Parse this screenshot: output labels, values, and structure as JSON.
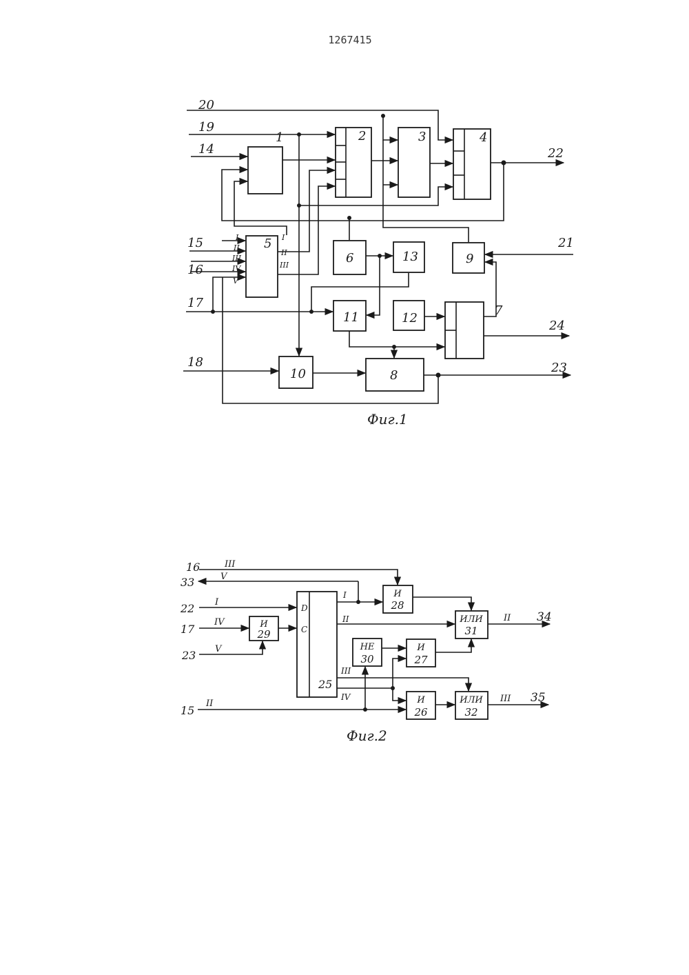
{
  "header": {
    "doc_number": "1267415"
  },
  "fig1": {
    "caption": "Фиг.1",
    "blocks": {
      "b1": "1",
      "b2": "2",
      "b3": "3",
      "b4": "4",
      "b5": "5",
      "b6": "6",
      "b7": "7",
      "b8": "8",
      "b9": "9",
      "b10": "10",
      "b11": "11",
      "b12": "12",
      "b13": "13"
    },
    "inputs": {
      "in14": "14",
      "in15": "15",
      "in16": "16",
      "in17": "17",
      "in18": "18",
      "in19": "19",
      "in20": "20",
      "in21": "21"
    },
    "outputs": {
      "out22": "22",
      "out23": "23",
      "out24": "24"
    },
    "block5_ports": {
      "in1": "I",
      "in2": "II",
      "in3": "III",
      "in4": "IV",
      "in5": "V",
      "out1": "I",
      "out2": "II",
      "out3": "III"
    }
  },
  "fig2": {
    "caption": "Фиг.2",
    "lines": {
      "l16": "16",
      "l33": "33",
      "l22": "22",
      "l17": "17",
      "l23": "23",
      "l15": "15",
      "r16": "III",
      "r33": "V",
      "r22": "I",
      "r17": "IV",
      "r23": "V",
      "r15": "II"
    },
    "blocks": {
      "b25": "25",
      "d": "D",
      "c": "C",
      "o1": "I",
      "o2": "II",
      "o3": "III",
      "o4": "IV",
      "b28_op": "И",
      "b28_num": "28",
      "b29_op": "И",
      "b29_num": "29",
      "b30_op": "НЕ",
      "b30_num": "30",
      "b27_op": "И",
      "b27_num": "27",
      "b26_op": "И",
      "b26_num": "26",
      "b31_op": "ИЛИ",
      "b31_num": "31",
      "b32_op": "ИЛИ",
      "b32_num": "32"
    },
    "outputs": {
      "o34_roman": "II",
      "o34": "34",
      "o35_roman": "III",
      "o35": "35"
    }
  }
}
